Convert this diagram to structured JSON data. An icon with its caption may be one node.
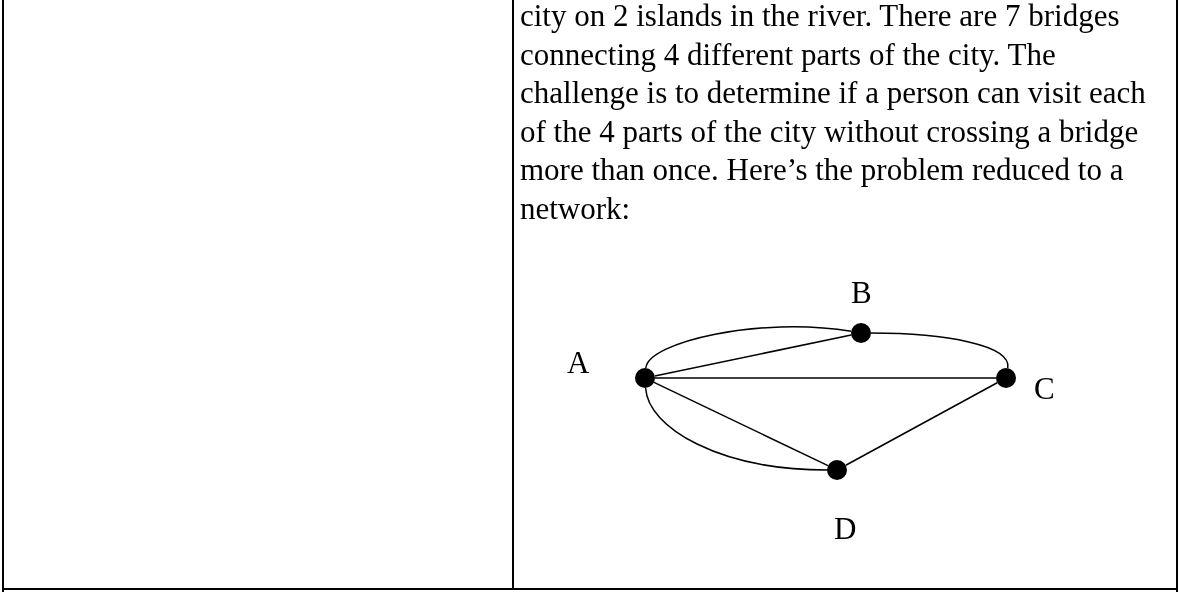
{
  "diagram": {
    "nodes": [
      {
        "text": [],
        "shape": "circle",
        "beside": [
          "A"
        ]
      },
      {
        "text": [],
        "shape": "circle",
        "beside": [
          "B"
        ]
      },
      {
        "text": [],
        "shape": "circle",
        "beside": [
          "C"
        ]
      },
      {
        "text": [],
        "shape": "circle",
        "beside": [
          "D"
        ]
      }
    ],
    "edges": [
      {
        "from": 0,
        "to": 1,
        "arrow": "none"
      },
      {
        "from": 0,
        "to": 1,
        "arrow": "none"
      },
      {
        "from": 1,
        "to": 2,
        "arrow": "none"
      },
      {
        "from": 0,
        "to": 2,
        "arrow": "none"
      },
      {
        "from": 0,
        "to": 3,
        "arrow": "none"
      },
      {
        "from": 0,
        "to": 3,
        "arrow": "none"
      },
      {
        "from": 3,
        "to": 2,
        "arrow": "none"
      }
    ],
    "labels": [
      "city on 2 islands in the river. There are 7 bridges connecting 4 different parts of the city. The challenge is to determine if a person can visit each of the 4 parts of the city without crossing a bridge more than once. Here’s the problem reduced to a network:"
    ]
  }
}
